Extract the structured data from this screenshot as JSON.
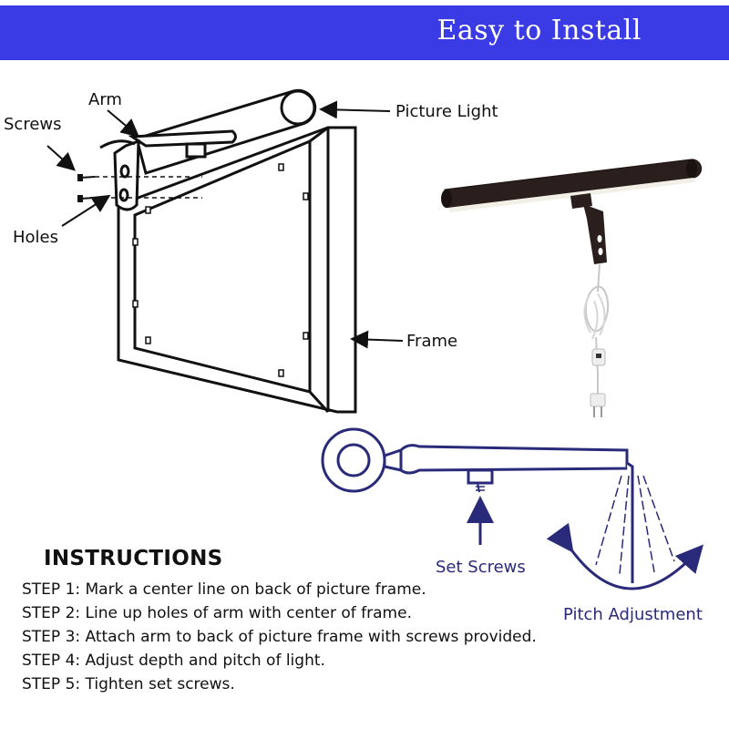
{
  "banner": {
    "title": "Easy to Install"
  },
  "labels": {
    "arm": "Arm",
    "screws": "Screws",
    "holes": "Holes",
    "picture_light": "Picture Light",
    "frame": "Frame",
    "set_screws": "Set Screws",
    "pitch_adjustment": "Pitch Adjustment"
  },
  "instructions": {
    "title": "INSTRUCTIONS",
    "steps": [
      "STEP 1: Mark a center line on back of picture frame.",
      "STEP 2: Line up holes of arm with center of frame.",
      "STEP 3: Attach arm to back of picture frame with screws provided.",
      "STEP 4: Adjust depth and pitch of light.",
      "STEP 5: Tighten set screws."
    ]
  },
  "colors": {
    "banner": "#3b3be6",
    "diagram_blue": "#2a2a7a",
    "line": "#111111"
  }
}
